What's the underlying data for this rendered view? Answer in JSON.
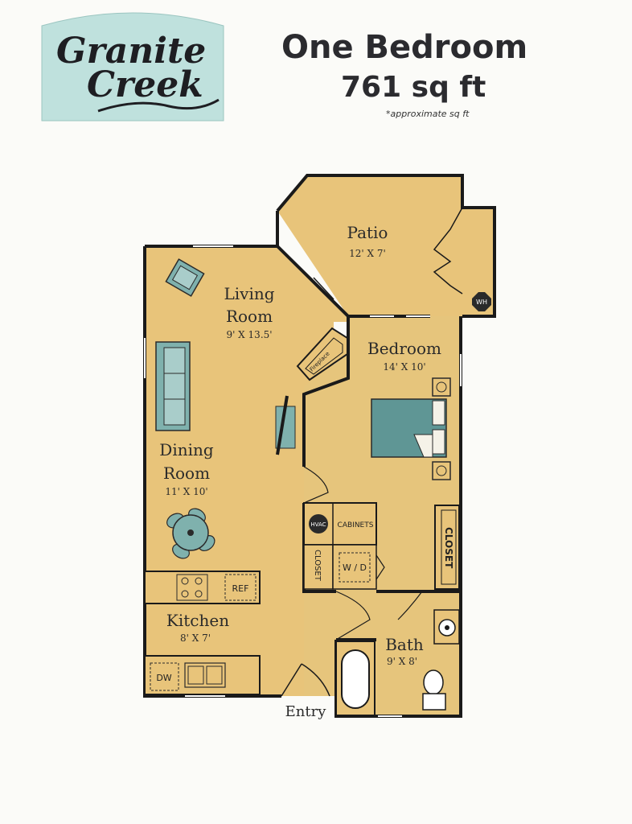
{
  "logo": {
    "line1": "Granite",
    "line2": "Creek"
  },
  "header": {
    "title": "One Bedroom",
    "sqft": "761 sq ft",
    "note": "*approximate sq ft"
  },
  "rooms": {
    "patio": {
      "label": "Patio",
      "dims": "12' X 7'"
    },
    "living": {
      "label1": "Living",
      "label2": "Room",
      "dims": "9' X 13.5'"
    },
    "bedroom": {
      "label": "Bedroom",
      "dims": "14' X 10'"
    },
    "dining": {
      "label1": "Dining",
      "label2": "Room",
      "dims": "11' X 10'"
    },
    "kitchen": {
      "label": "Kitchen",
      "dims": "8' X 7'"
    },
    "bath": {
      "label": "Bath",
      "dims": "9' X 8'"
    }
  },
  "fixtures": {
    "wh": "WH",
    "fireplace": "Fireplace",
    "hvac": "HVAC",
    "cabinets": "CABINETS",
    "closet_left": "CLOSET",
    "closet_right": "CLOSET",
    "wd": "W / D",
    "ref": "REF",
    "dw": "DW"
  },
  "entry": "Entry",
  "colors": {
    "floor": "#e8c47a",
    "wall": "#1a1a1a",
    "furniture": "#7fb1ad",
    "logo_bg": "#bfe1dd"
  }
}
